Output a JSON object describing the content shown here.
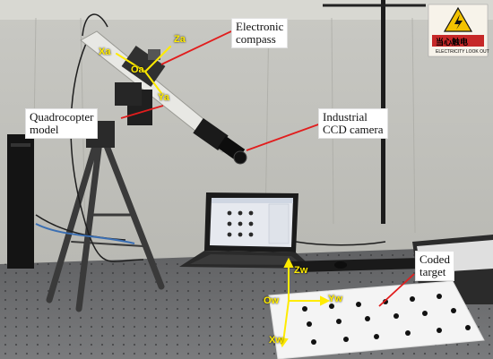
{
  "colors": {
    "annotation_line": "#e11d1d",
    "axis_color": "#ffeb00",
    "warning_sign": "#c62828"
  },
  "icons": {
    "warning": "lightning-bolt-icon"
  },
  "labels": {
    "electronic_compass": [
      "Electronic",
      "compass"
    ],
    "quadrocopter_model": [
      "Quadrocopter",
      "model"
    ],
    "industrial_ccd_camera": [
      "Industrial",
      "CCD camera"
    ],
    "coded_target": [
      "Coded",
      "target"
    ]
  },
  "axes_aircraft": {
    "origin": "Oa",
    "x": "Xa",
    "y": "Ya",
    "z": "Za"
  },
  "axes_world": {
    "origin": "Ow",
    "x": "Xw",
    "y": "Yw",
    "z": "Zw"
  },
  "warning_sign": {
    "text": "当心触电",
    "subtext": "ELECTRICITY LOOK OUT"
  }
}
